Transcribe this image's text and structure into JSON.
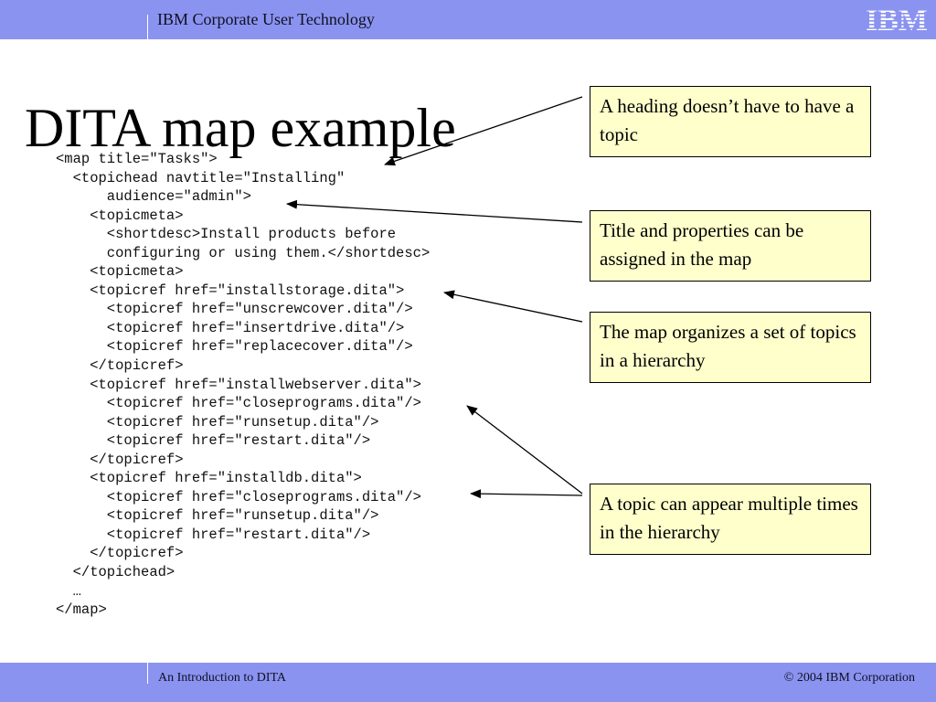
{
  "header": {
    "org": "IBM Corporate User Technology",
    "logo_text": "IBM"
  },
  "slide": {
    "title": "DITA map example",
    "code_lines": [
      "<map title=\"Tasks\">",
      "  <topichead navtitle=\"Installing\"",
      "      audience=\"admin\">",
      "    <topicmeta>",
      "      <shortdesc>Install products before",
      "      configuring or using them.</shortdesc>",
      "    <topicmeta>",
      "    <topicref href=\"installstorage.dita\">",
      "      <topicref href=\"unscrewcover.dita\"/>",
      "      <topicref href=\"insertdrive.dita\"/>",
      "      <topicref href=\"replacecover.dita\"/>",
      "    </topicref>",
      "    <topicref href=\"installwebserver.dita\">",
      "      <topicref href=\"closeprograms.dita\"/>",
      "      <topicref href=\"runsetup.dita\"/>",
      "      <topicref href=\"restart.dita\"/>",
      "    </topicref>",
      "    <topicref href=\"installdb.dita\">",
      "      <topicref href=\"closeprograms.dita\"/>",
      "      <topicref href=\"runsetup.dita\"/>",
      "      <topicref href=\"restart.dita\"/>",
      "    </topicref>",
      "  </topichead>",
      "  …",
      "</map>"
    ],
    "callouts": [
      "A heading doesn’t have to have a topic",
      "Title and properties can be assigned in the map",
      "The map organizes a set of topics in a hierarchy",
      "A topic can appear multiple times in the hierarchy"
    ]
  },
  "footer": {
    "course": "An Introduction to DITA",
    "copyright": "© 2004 IBM Corporation"
  },
  "colors": {
    "bar": "#8a93f0",
    "callout_bg": "#ffffcc"
  }
}
